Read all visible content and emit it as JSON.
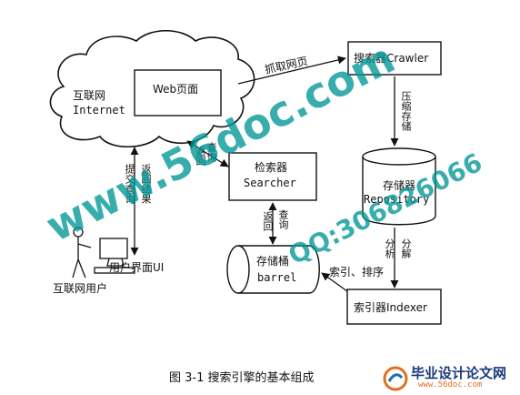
{
  "diagram": {
    "nodes": {
      "internet": {
        "label_cn": "互联网",
        "label_en": "Internet"
      },
      "web_page": {
        "label": "Web页面"
      },
      "crawler": {
        "label": "搜索器Crawler"
      },
      "repository": {
        "label_cn": "存储器",
        "label_en": "Repository"
      },
      "searcher": {
        "label_cn": "检索器",
        "label_en": "Searcher"
      },
      "barrel": {
        "label_cn": "存储桶",
        "label_en": "barrel"
      },
      "indexer": {
        "label": "索引器Indexer"
      },
      "ui": {
        "label": "用户界面UI"
      },
      "user": {
        "label": "互联网用户"
      }
    },
    "edges": {
      "fetch_pages": "抓取网页",
      "compress_store": "压缩存储",
      "query_return_1": "查询",
      "query_return_2": "返回",
      "submit_query": "提交查询",
      "return_results": "返回结果",
      "barrel_query": "查询",
      "barrel_return": "返回",
      "analyze": "分析",
      "decompose": "分解",
      "index_sort": "索引、排序"
    }
  },
  "caption": "图 3-1  搜索引擎的基本组成",
  "watermarks": {
    "diagonal_site": "www.56doc.com",
    "diagonal_qq": "QQ:306826066",
    "logo_text": "毕业设计论文网",
    "logo_url": "www.56doc.com"
  },
  "colors": {
    "ink": "#111111",
    "watermark": "#00a0a0",
    "logo_orange": "#e07020"
  }
}
